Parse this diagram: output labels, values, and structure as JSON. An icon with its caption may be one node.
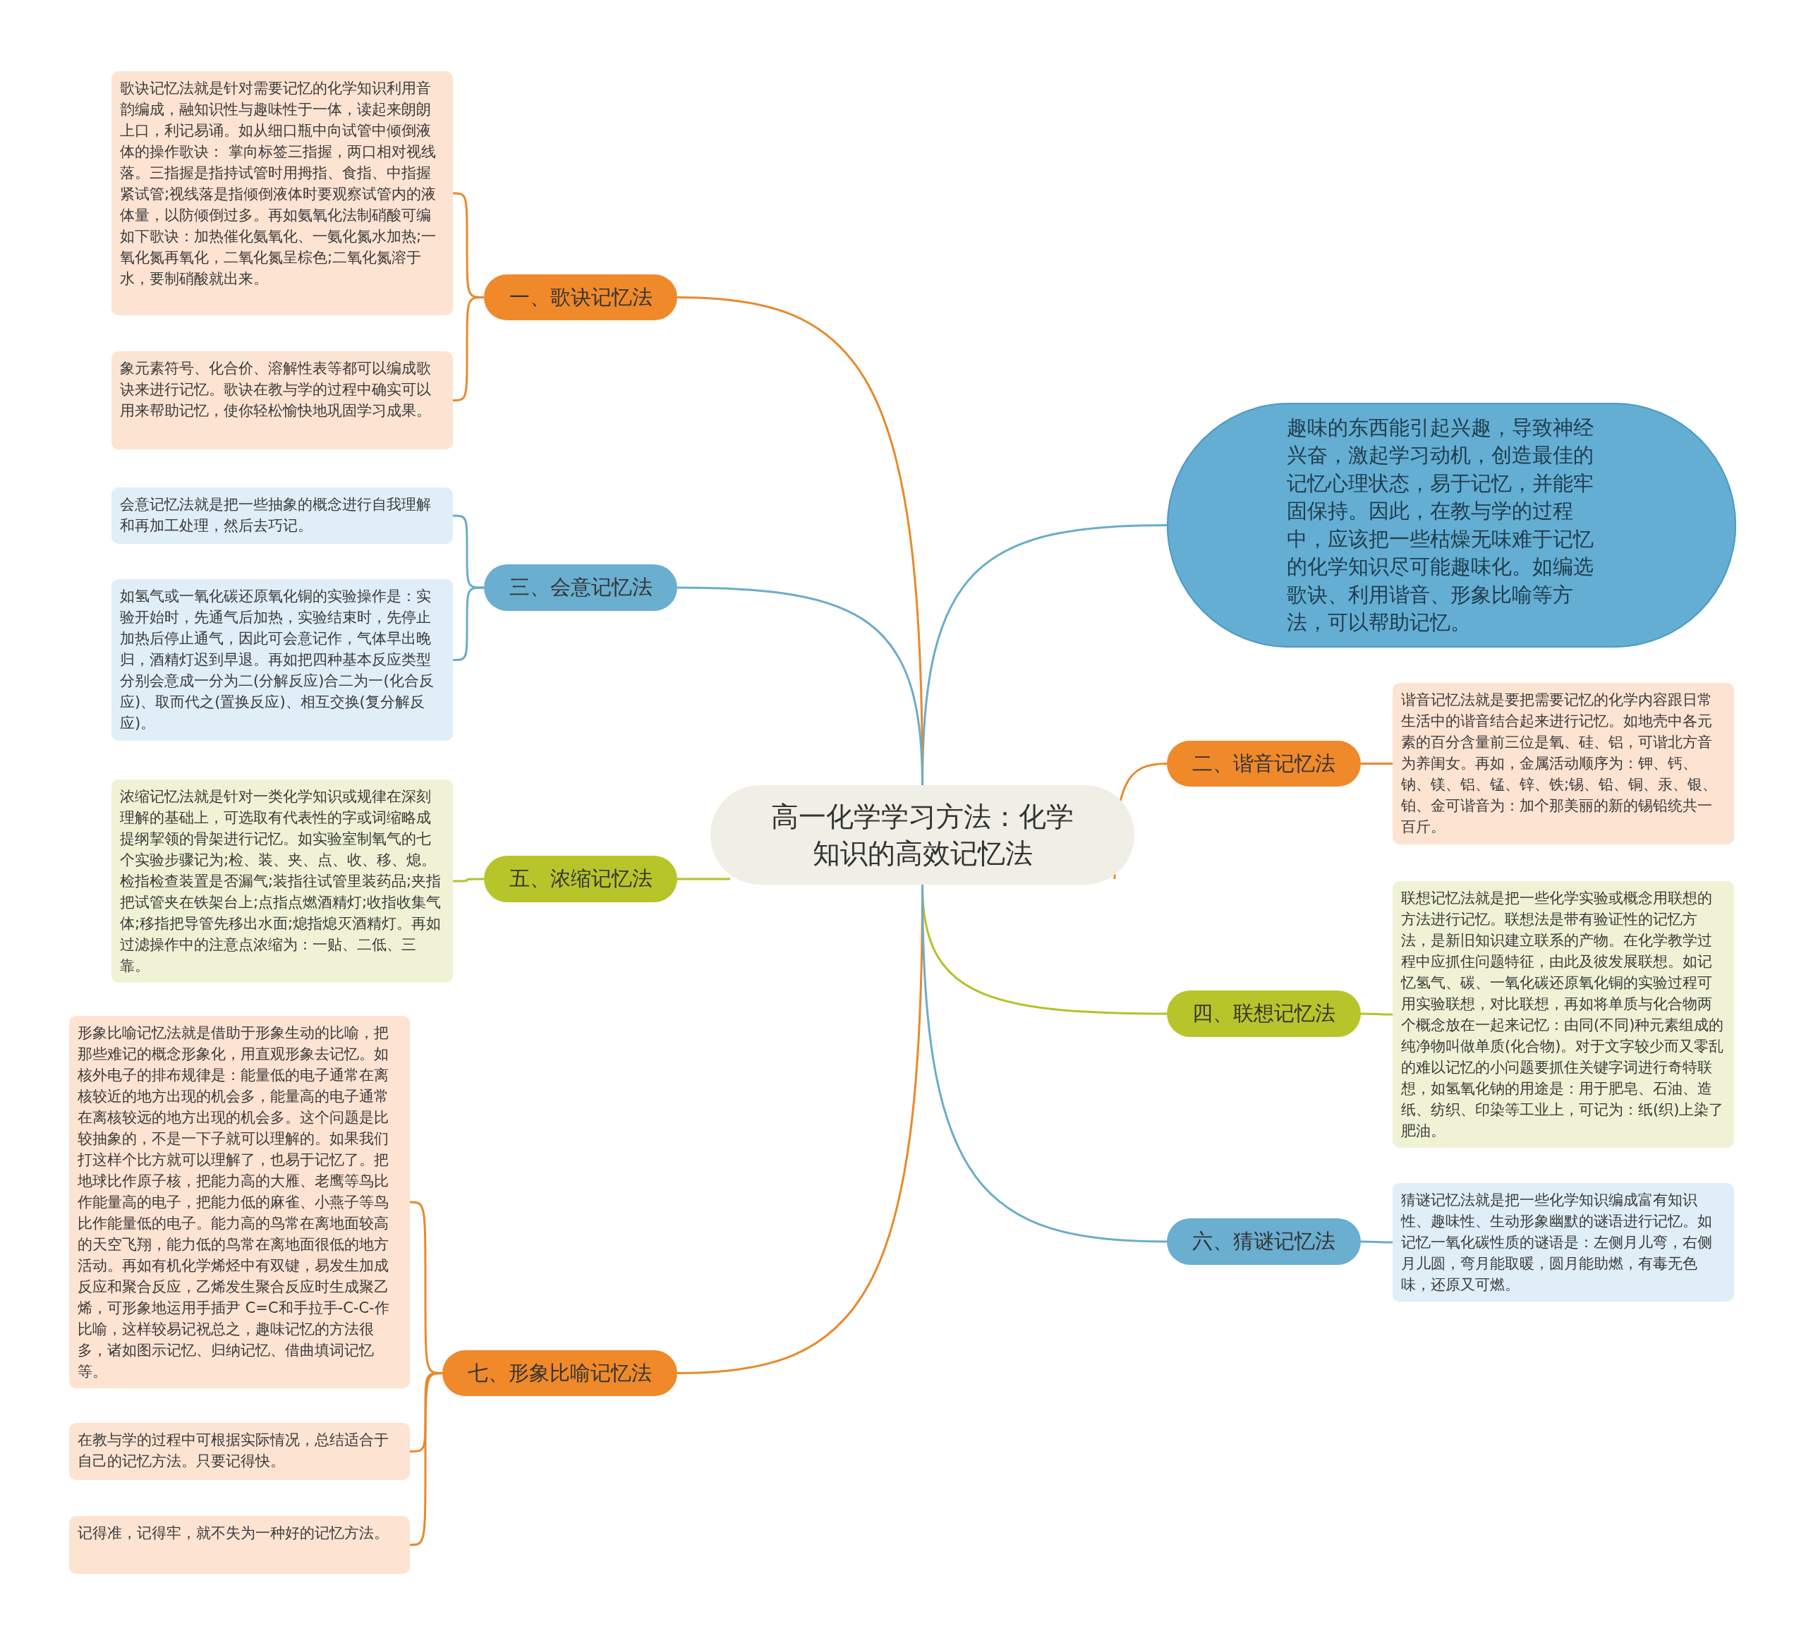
{
  "diagram": {
    "nodes": [
      {
        "text": [
          "高一化学学习方法：化学知识的高效记忆法"
        ]
      },
      {
        "text": [
          "趣味的东西能引起兴趣，导致神经兴奋，激起学习动机，创造最佳的记忆心理状态，易于记忆，并能牢固保持。因此，在教与学的过程中，应该把一些枯燥无味难于记忆的化学知识尽可能趣味化。如编选歌诀、利用谐音、形象比喻等方法，可以帮助记忆。"
        ]
      },
      {
        "text": [
          "一、歌诀记忆法"
        ]
      },
      {
        "text": [
          "歌诀记忆法就是针对需要记忆的化学知识利用音韵编成，融知识性与趣味性于一体，读起来朗朗上口，利记易诵。如从细口瓶中向试管中倾倒液体的操作歌诀： 掌向标签三指握，两口相对视线落。三指握是指持试管时用拇指、食指、中指握紧试管;视线落是指倾倒液体时要观察试管内的液体量，以防倾倒过多。再如氨氧化法制硝酸可编如下歌诀：加热催化氨氧化、一氨化氮水加热;一氧化氮再氧化，二氧化氮呈棕色;二氧化氮溶于水，要制硝酸就出来。"
        ]
      },
      {
        "text": [
          "象元素符号、化合价、溶解性表等都可以编成歌诀来进行记忆。歌诀在教与学的过程中确实可以用来帮助记忆，使你轻松愉快地巩固学习成果。"
        ]
      },
      {
        "text": [
          "三、会意记忆法"
        ]
      },
      {
        "text": [
          "会意记忆法就是把一些抽象的概念进行自我理解和再加工处理，然后去巧记。"
        ]
      },
      {
        "text": [
          "如氢气或一氧化碳还原氧化铜的实验操作是：实验开始时，先通气后加热，实验结束时，先停止加热后停止通气，因此可会意记作，气体早出晚归，酒精灯迟到早退。再如把四种基本反应类型分别会意成一分为二(分解反应)合二为一(化合反应)、取而代之(置换反应)、相互交换(复分解反应)。"
        ]
      },
      {
        "text": [
          "五、浓缩记忆法"
        ]
      },
      {
        "text": [
          "浓缩记忆法就是针对一类化学知识或规律在深刻理解的基础上，可选取有代表性的字或词缩略成提纲挈领的骨架进行记忆。如实验室制氧气的七个实验步骤记为;检、装、夹、点、收、移、熄。检指检查装置是否漏气;装指往试管里装药品;夹指把试管夹在铁架台上;点指点燃酒精灯;收指收集气体;移指把导管先移出水面;熄指熄灭酒精灯。再如过滤操作中的注意点浓缩为：一贴、二低、三靠。"
        ]
      },
      {
        "text": [
          "七、形象比喻记忆法"
        ]
      },
      {
        "text": [
          "形象比喻记忆法就是借助于形象生动的比喻，把那些难记的概念形象化，用直观形象去记忆。如核外电子的排布规律是：能量低的电子通常在离核较近的地方出现的机会多，能量高的电子通常在离核较远的地方出现的机会多。这个问题是比较抽象的，不是一下子就可以理解的。如果我们打这样个比方就可以理解了，也易于记忆了。把地球比作原子核，把能力高的大雁、老鹰等鸟比作能量高的电子，把能力低的麻雀、小燕子等鸟比作能量低的电子。能力高的鸟常在离地面较高的天空飞翔，能力低的鸟常在离地面很低的地方活动。再如有机化学烯烃中有双键，易发生加成反应和聚合反应，乙烯发生聚合反应时生成聚乙烯，可形象地运用手插尹 C=C和手拉手-C-C-作比喻，这样较易记祝总之，趣味记忆的方法很多，诸如图示记忆、归纳记忆、借曲填词记忆等。"
        ]
      },
      {
        "text": [
          "在教与学的过程中可根据实际情况，总结适合于自己的记忆方法。只要记得快。"
        ]
      },
      {
        "text": [
          "记得准，记得牢，就不失为一种好的记忆方法。"
        ]
      },
      {
        "text": [
          "二、谐音记忆法"
        ]
      },
      {
        "text": [
          "谐音记忆法就是要把需要记忆的化学内容跟日常生活中的谐音结合起来进行记忆。如地壳中各元素的百分含量前三位是氧、硅、铝，可谐北方音为养闺女。再如，金属活动顺序为：钾、钙、钠、镁、铝、锰、锌、铁;锡、铅、铜、汞、银、铂、金可谐音为：加个那美丽的新的锡铅统共一百斤。"
        ]
      },
      {
        "text": [
          "四、联想记忆法"
        ]
      },
      {
        "text": [
          "联想记忆法就是把一些化学实验或概念用联想的方法进行记忆。联想法是带有验证性的记忆方法，是新旧知识建立联系的产物。在化学教学过程中应抓住问题特征，由此及彼发展联想。如记忆氢气、碳、一氧化碳还原氧化铜的实验过程可用实验联想，对比联想，再如将单质与化合物两个概念放在一起来记忆：由同(不同)种元素组成的纯净物叫做单质(化合物)。对于文字较少而又零乱的难以记忆的小问题要抓住关键字词进行奇特联想，如氢氧化钠的用途是：用于肥皂、石油、造纸、纺织、印染等工业上，可记为：纸(织)上染了肥油。"
        ]
      },
      {
        "text": [
          "六、猜谜记忆法"
        ]
      },
      {
        "text": [
          "猜谜记忆法就是把一些化学知识编成富有知识性、趣味性、生动形象幽默的谜语进行记忆。如记忆一氧化碳性质的谜语是：左侧月儿弯，右侧月儿圆，弯月能取暖，圆月能助燃，有毒无色味，还原又可燃。"
        ]
      }
    ],
    "edges": [
      {
        "from": 0,
        "to": 1,
        "arrow": "none",
        "color": "#6aaccb"
      },
      {
        "from": 0,
        "to": 2,
        "arrow": "none"
      },
      {
        "from": 2,
        "to": 3,
        "arrow": "none"
      },
      {
        "from": 2,
        "to": 4,
        "arrow": "none"
      },
      {
        "from": 0,
        "to": 5,
        "arrow": "none",
        "color": "#6aaccb"
      },
      {
        "from": 5,
        "to": 6,
        "arrow": "none",
        "color": "#6aaccb"
      },
      {
        "from": 5,
        "to": 7,
        "arrow": "none",
        "color": "#6aaccb"
      },
      {
        "from": 0,
        "to": 8,
        "arrow": "none",
        "color": "#b5c22a"
      },
      {
        "from": 8,
        "to": 9,
        "arrow": "none",
        "color": "#b5c22a"
      },
      {
        "from": 0,
        "to": 10,
        "arrow": "none"
      },
      {
        "from": 10,
        "to": 11,
        "arrow": "none"
      },
      {
        "from": 10,
        "to": 12,
        "arrow": "none"
      },
      {
        "from": 10,
        "to": 13,
        "arrow": "none"
      },
      {
        "from": 0,
        "to": 14,
        "arrow": "none"
      },
      {
        "from": 14,
        "to": 15,
        "arrow": "none"
      },
      {
        "from": 0,
        "to": 16,
        "arrow": "none",
        "color": "#b5c22a"
      },
      {
        "from": 16,
        "to": 17,
        "arrow": "none",
        "color": "#b5c22a"
      },
      {
        "from": 0,
        "to": 18,
        "arrow": "none",
        "color": "#6aaccb"
      },
      {
        "from": 18,
        "to": 19,
        "arrow": "none",
        "color": "#6aaccb"
      }
    ]
  }
}
